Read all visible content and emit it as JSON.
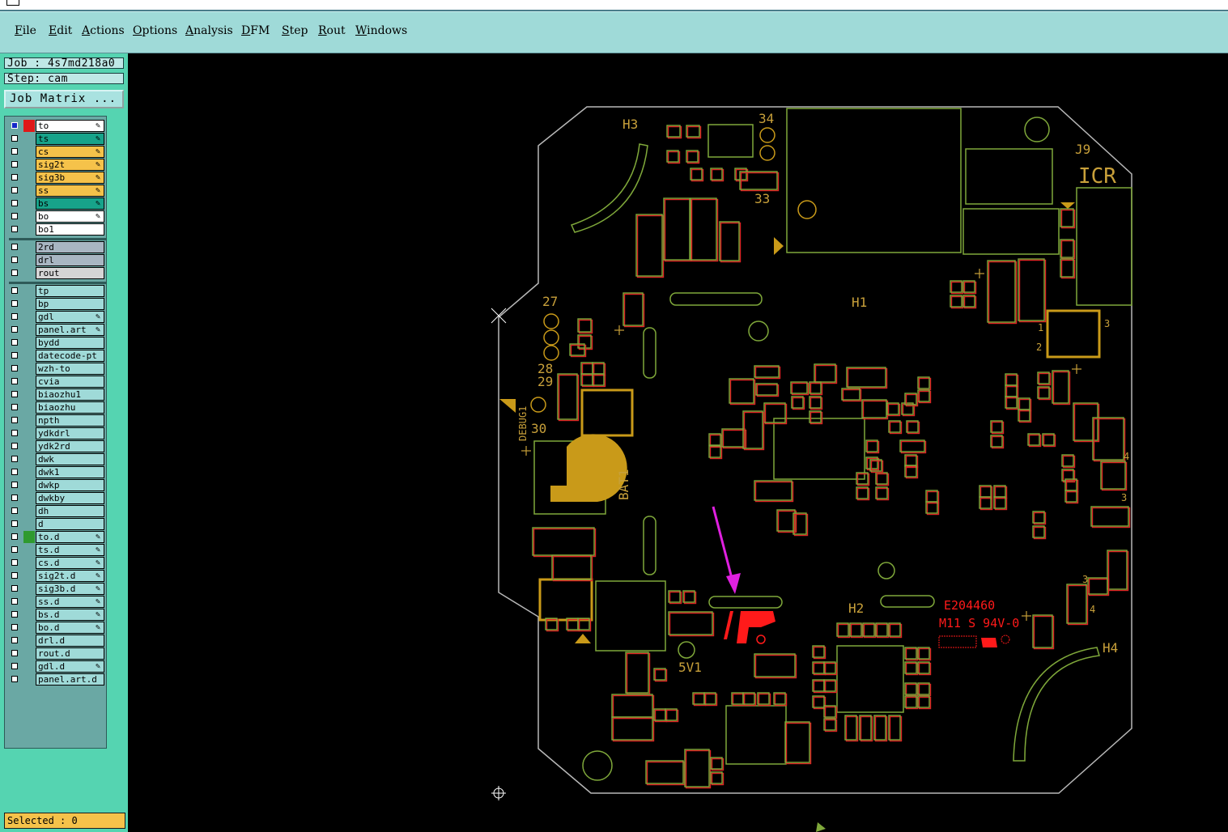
{
  "menu": [
    "File",
    "Edit",
    "Actions",
    "Options",
    "Analysis",
    "DFM",
    "Step",
    "Rout",
    "Windows"
  ],
  "info": {
    "job": "Job : 4s7md218a0",
    "step": "Step: cam"
  },
  "job_matrix_label": "Job Matrix ...",
  "layers": [
    {
      "name": "to",
      "color": "#ffffff",
      "editable": true,
      "active": true
    },
    {
      "name": "ts",
      "color": "#17a38a",
      "editable": true
    },
    {
      "name": "cs",
      "color": "#f5c24a",
      "editable": true
    },
    {
      "name": "sig2t",
      "color": "#f5c24a",
      "editable": true
    },
    {
      "name": "sig3b",
      "color": "#f5c24a",
      "editable": true
    },
    {
      "name": "ss",
      "color": "#f5c24a",
      "editable": true
    },
    {
      "name": "bs",
      "color": "#17a38a",
      "editable": true
    },
    {
      "name": "bo",
      "color": "#ffffff",
      "editable": true
    },
    {
      "name": "bo1",
      "color": "#ffffff",
      "editable": false
    },
    {
      "name": "2rd",
      "color": "#a8b6c2",
      "editable": false
    },
    {
      "name": "drl",
      "color": "#a8b6c2",
      "editable": false
    },
    {
      "name": "rout",
      "color": "#d5d5d5",
      "editable": false
    },
    {
      "name": "tp",
      "color": "#9fdad8",
      "editable": false
    },
    {
      "name": "bp",
      "color": "#9fdad8",
      "editable": false
    },
    {
      "name": "gdl",
      "color": "#9fdad8",
      "editable": true
    },
    {
      "name": "panel.art",
      "color": "#9fdad8",
      "editable": true
    },
    {
      "name": "bydd",
      "color": "#9fdad8",
      "editable": false
    },
    {
      "name": "datecode-pt",
      "color": "#9fdad8",
      "editable": false
    },
    {
      "name": "wzh-to",
      "color": "#9fdad8",
      "editable": false
    },
    {
      "name": "cvia",
      "color": "#9fdad8",
      "editable": false
    },
    {
      "name": "biaozhu1",
      "color": "#9fdad8",
      "editable": false
    },
    {
      "name": "biaozhu",
      "color": "#9fdad8",
      "editable": false
    },
    {
      "name": "npth",
      "color": "#9fdad8",
      "editable": false
    },
    {
      "name": "ydkdrl",
      "color": "#9fdad8",
      "editable": false
    },
    {
      "name": "ydk2rd",
      "color": "#9fdad8",
      "editable": false
    },
    {
      "name": "dwk",
      "color": "#9fdad8",
      "editable": false
    },
    {
      "name": "dwk1",
      "color": "#9fdad8",
      "editable": false
    },
    {
      "name": "dwkp",
      "color": "#9fdad8",
      "editable": false
    },
    {
      "name": "dwkby",
      "color": "#9fdad8",
      "editable": false
    },
    {
      "name": "dh",
      "color": "#9fdad8",
      "editable": false
    },
    {
      "name": "d",
      "color": "#9fdad8",
      "editable": false
    },
    {
      "name": "to.d",
      "color": "#9fdad8",
      "editable": true,
      "swatch": "#2f9a2f"
    },
    {
      "name": "ts.d",
      "color": "#9fdad8",
      "editable": true
    },
    {
      "name": "cs.d",
      "color": "#9fdad8",
      "editable": true
    },
    {
      "name": "sig2t.d",
      "color": "#9fdad8",
      "editable": true
    },
    {
      "name": "sig3b.d",
      "color": "#9fdad8",
      "editable": true
    },
    {
      "name": "ss.d",
      "color": "#9fdad8",
      "editable": true
    },
    {
      "name": "bs.d",
      "color": "#9fdad8",
      "editable": true
    },
    {
      "name": "bo.d",
      "color": "#9fdad8",
      "editable": true
    },
    {
      "name": "drl.d",
      "color": "#9fdad8",
      "editable": false
    },
    {
      "name": "rout.d",
      "color": "#9fdad8",
      "editable": false
    },
    {
      "name": "gdl.d",
      "color": "#9fdad8",
      "editable": true
    },
    {
      "name": "panel.art.d",
      "color": "#9fdad8",
      "editable": false
    }
  ],
  "status": {
    "selected": "Selected : 0"
  },
  "board_labels": {
    "h1": "H1",
    "h2": "H2",
    "h3": "H3",
    "h4": "H4",
    "j9": "J9",
    "icr": "ICR",
    "n27": "27",
    "n28": "28",
    "n29": "29",
    "n30": "30",
    "n33": "33",
    "n34": "34",
    "debug": "DEBUG1",
    "bat": "BAT1",
    "v5": "5V1",
    "pin1": "1",
    "pin2": "2",
    "pin3": "3",
    "pin3b": "3",
    "pin4": "4",
    "pin3c": "3",
    "pin4b": "4",
    "ul_code": "E204460",
    "ul_rating": "M11 S 94V-0"
  },
  "colors": {
    "outline": "#b8b8b8",
    "pad_red": "#e02424",
    "pad_green": "#7fa83a",
    "gold": "#c99a19",
    "silk": "#c8a03a",
    "marking_red": "#ff1a1a",
    "arrow": "#e020e0"
  }
}
